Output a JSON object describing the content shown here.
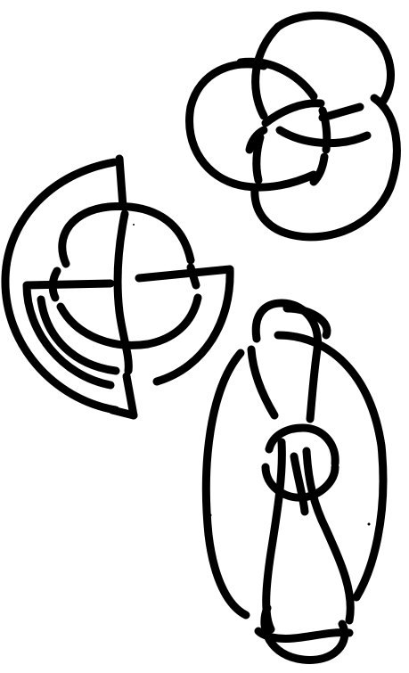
{
  "figure": {
    "background_color": "#ffffff",
    "stroke_color": "#000000",
    "knots": [
      {
        "name": "borromean-style-three-loop-knot",
        "crossings": 6
      },
      {
        "name": "circle-with-semicircular-bands-knot",
        "crossings": 6
      },
      {
        "name": "elongated-loop-knot",
        "crossings": 8
      }
    ]
  }
}
